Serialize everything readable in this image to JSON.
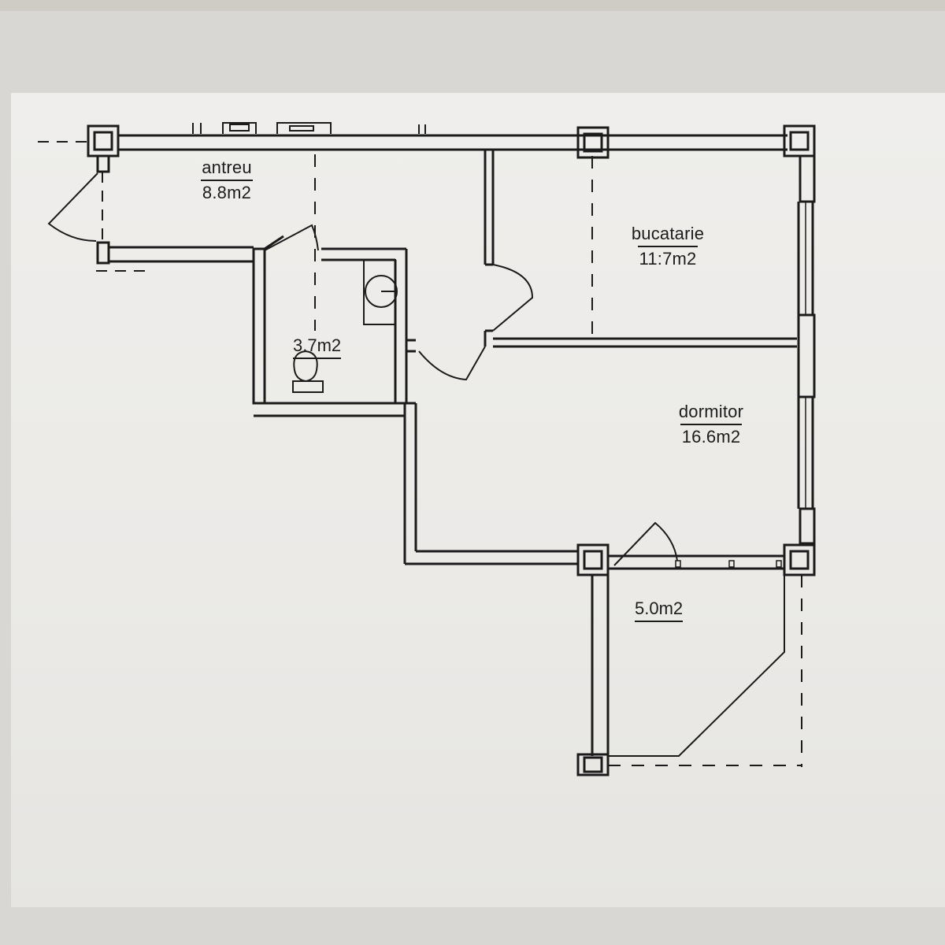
{
  "rooms": {
    "antreu": {
      "name": "antreu",
      "area": "8.8m2"
    },
    "bucatarie": {
      "name": "bucatarie",
      "area": "11:7m2"
    },
    "baie": {
      "area": "3.7m2"
    },
    "dormitor": {
      "name": "dormitor",
      "area": "16.6m2"
    },
    "balcon": {
      "area": "5.0m2"
    }
  },
  "colors": {
    "line": "#1b1b1b",
    "paper": "#eceae7"
  }
}
